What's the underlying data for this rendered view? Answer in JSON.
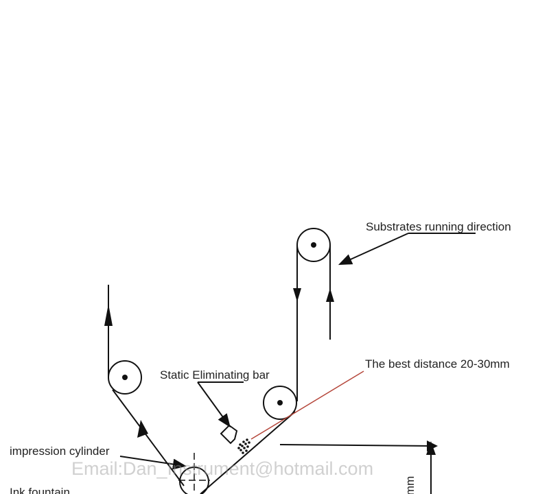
{
  "labels": {
    "substrates": "Substrates running direction",
    "best_distance": "The best distance 20-30mm",
    "static_bar": "Static Eliminating bar",
    "impression": "impression cylinder",
    "ink": "Ink fountain",
    "dimension": "mm"
  },
  "watermark": "Email:Dan_Instrument@hotmail.com",
  "colors": {
    "line": "#111111",
    "accent": "#b5473b"
  }
}
